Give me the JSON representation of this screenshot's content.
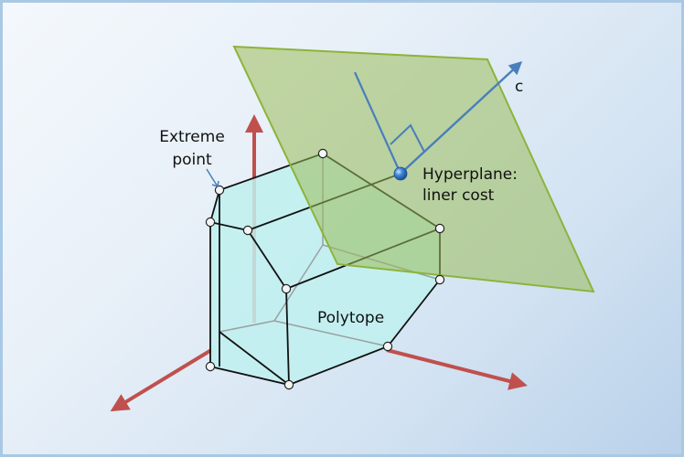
{
  "labels": {
    "extreme_point": [
      "Extreme",
      "point"
    ],
    "hyperplane": [
      "Hyperplane:",
      "liner cost"
    ],
    "cost_vector": "c",
    "polytope": "Polytope"
  },
  "colors": {
    "axis": "#c0504d",
    "vector": "#4a7ebb",
    "plane_fill": "#9bbb59",
    "plane_stroke": "#8db33a",
    "polytope_fill": "#bff0ee",
    "edge": "#111111",
    "hidden_edge": "#9aa0a0",
    "vertex_fill": "#f4f4f4",
    "optimum_vertex": "#2f6fc4"
  }
}
